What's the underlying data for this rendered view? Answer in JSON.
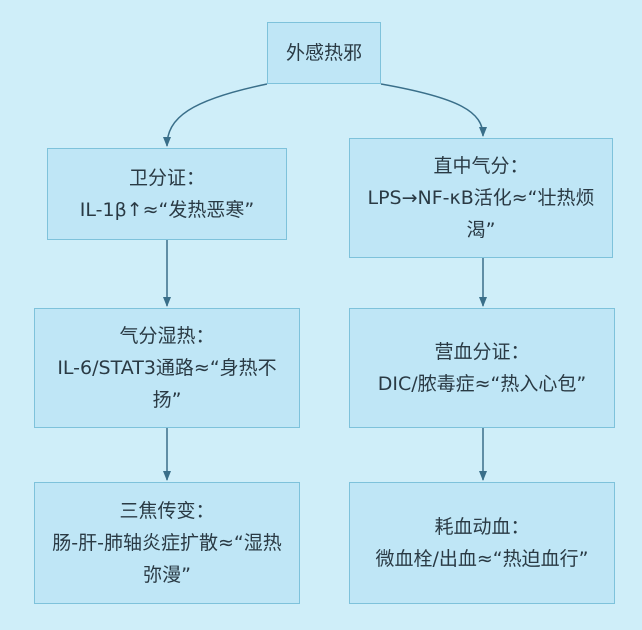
{
  "diagram": {
    "root": {
      "label": "外感热邪"
    },
    "nodes": {
      "wei": {
        "title": "卫分证：",
        "body": "IL-1β↑≈“发热恶寒”"
      },
      "qi": {
        "title": "直中气分：",
        "body": "LPS→NF-κB活化≈“壮热烦渴”"
      },
      "shire": {
        "title": "气分湿热：",
        "body": "IL-6/STAT3通路≈“身热不扬”"
      },
      "ying": {
        "title": "营血分证：",
        "body": "DIC/脓毒症≈“热入心包”"
      },
      "sanjiao": {
        "title": "三焦传变：",
        "body": "肠-肝-肺轴炎症扩散≈“湿热弥漫”"
      },
      "haoxue": {
        "title": "耗血动血：",
        "body": "微血栓/出血≈“热迫血行”"
      }
    },
    "edges": [
      [
        "root",
        "wei"
      ],
      [
        "root",
        "qi"
      ],
      [
        "wei",
        "shire"
      ],
      [
        "shire",
        "sanjiao"
      ],
      [
        "qi",
        "ying"
      ],
      [
        "ying",
        "haoxue"
      ]
    ],
    "colors": {
      "background": "#cfeef9",
      "node_fill": "#bfe6f6",
      "node_border": "#7ec2db",
      "edge": "#3a6f8a"
    }
  }
}
